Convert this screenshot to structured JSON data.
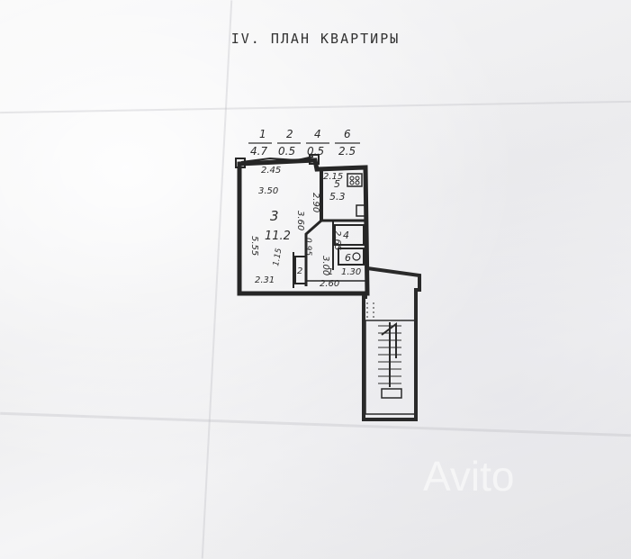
{
  "title": "IV. ПЛАН КВАРТИРЫ",
  "header_table": {
    "numbers": [
      "1",
      "2",
      "4",
      "6"
    ],
    "areas": [
      "4.7",
      "0.5",
      "0.5",
      "2.5"
    ]
  },
  "rooms": {
    "room_main": {
      "number": "3",
      "area": "11.2"
    },
    "room_kitchen": {
      "number": "5",
      "area": "5.3"
    },
    "room_bath": {
      "number": "4"
    },
    "room_toilet": {
      "number": "2"
    },
    "room_closet": {
      "number": "6"
    },
    "room_hall": {
      "number": "1"
    }
  },
  "dimensions": {
    "top_width": "2.45",
    "inner_width": "3.50",
    "left_height": "5.55",
    "partition_height": "3.60",
    "column_height": "2.90",
    "bottom_width": "2.31",
    "hall_width": "2.60",
    "hall_height": "3.00",
    "kitchen_width": "2.15",
    "small_height": "2.65",
    "small_width": "1.30",
    "corridor_width": "0.95",
    "toilet_label": "1.15"
  },
  "watermark": "Avito"
}
